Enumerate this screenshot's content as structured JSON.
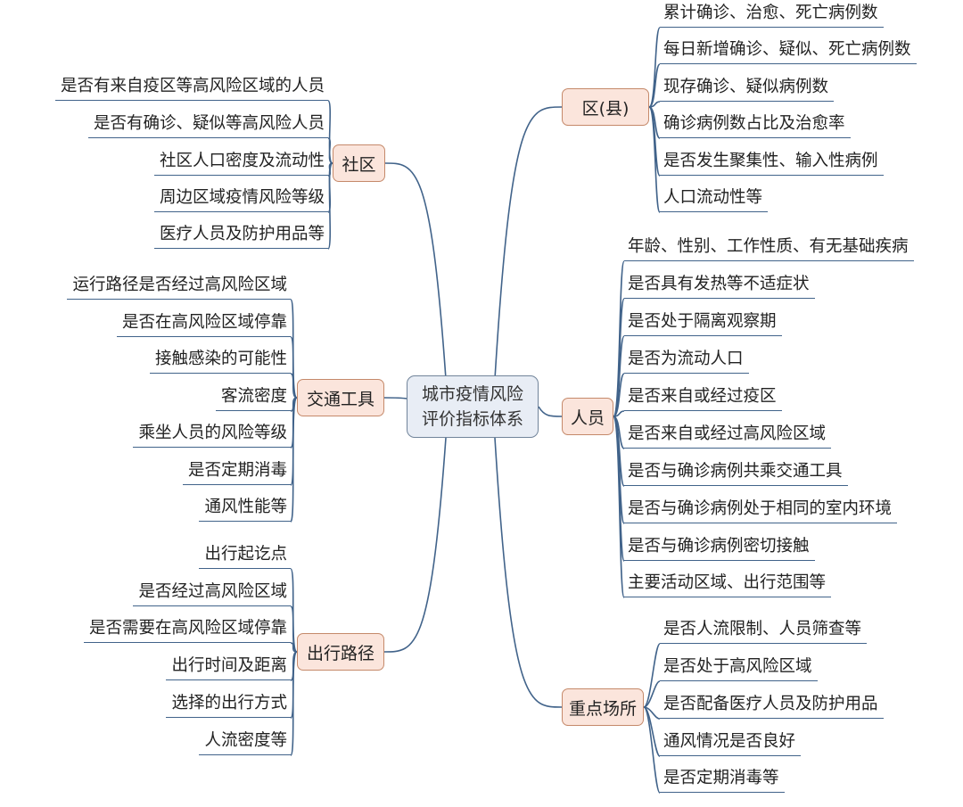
{
  "center": {
    "line1": "城市疫情风险",
    "line2": "评价指标体系"
  },
  "branches": [
    {
      "id": "district",
      "label": "区(县)",
      "leaves": [
        "累计确诊、治愈、死亡病例数",
        "每日新增确诊、疑似、死亡病例数",
        "现存确诊、疑似病例数",
        "确诊病例数占比及治愈率",
        "是否发生聚集性、输入性病例",
        "人口流动性等"
      ]
    },
    {
      "id": "person",
      "label": "人员",
      "leaves": [
        "年龄、性别、工作性质、有无基础疾病",
        "是否具有发热等不适症状",
        "是否处于隔离观察期",
        "是否为流动人口",
        "是否来自或经过疫区",
        "是否来自或经过高风险区域",
        "是否与确诊病例共乘交通工具",
        "是否与确诊病例处于相同的室内环境",
        "是否与确诊病例密切接触",
        "主要活动区域、出行范围等"
      ]
    },
    {
      "id": "key-place",
      "label": "重点场所",
      "leaves": [
        "是否人流限制、人员筛查等",
        "是否处于高风险区域",
        "是否配备医疗人员及防护用品",
        "通风情况是否良好",
        "是否定期消毒等"
      ]
    },
    {
      "id": "community",
      "label": "社区",
      "leaves": [
        "是否有来自疫区等高风险区域的人员",
        "是否有确诊、疑似等高风险人员",
        "社区人口密度及流动性",
        "周边区域疫情风险等级",
        "医疗人员及防护用品等"
      ]
    },
    {
      "id": "transport",
      "label": "交通工具",
      "leaves": [
        "运行路径是否经过高风险区域",
        "是否在高风险区域停靠",
        "接触感染的可能性",
        "客流密度",
        "乘坐人员的风险等级",
        "是否定期消毒",
        "通风性能等"
      ]
    },
    {
      "id": "travel-route",
      "label": "出行路径",
      "leaves": [
        "出行起讫点",
        "是否经过高风险区域",
        "是否需要在高风险区域停靠",
        "出行时间及距离",
        "选择的出行方式",
        "人流密度等"
      ]
    }
  ],
  "colors": {
    "line": "#41638a",
    "branch_fill": "#fbe5dc",
    "branch_border": "#c5896a",
    "center_fill": "#e8edf5"
  }
}
